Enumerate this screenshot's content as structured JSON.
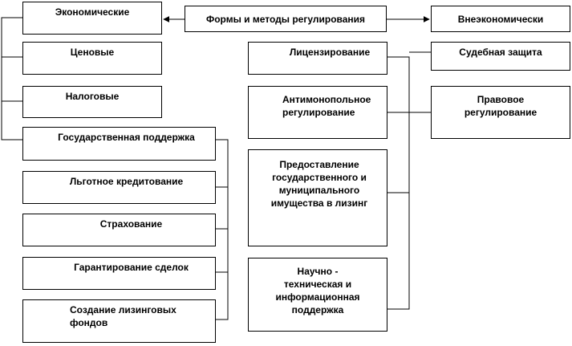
{
  "root": "Формы и методы регулирования",
  "economic": {
    "title": "Экономические",
    "items": [
      "Ценовые",
      "Налоговые",
      "Государственная поддержка"
    ],
    "support_items": [
      "Льготное кредитование",
      "Страхование",
      "Гарантирование сделок",
      "Создание лизинговых фондов"
    ]
  },
  "middle": {
    "items": [
      "Лицензирование",
      "Антимонопольное регулирование",
      "Предоставление государственного и муниципального имущества в лизинг",
      "Научно - техническая и информационная поддержка"
    ]
  },
  "noneconomic": {
    "title": "Внеэкономически",
    "items": [
      "Судебная защита",
      "Правовое регулирование"
    ]
  }
}
